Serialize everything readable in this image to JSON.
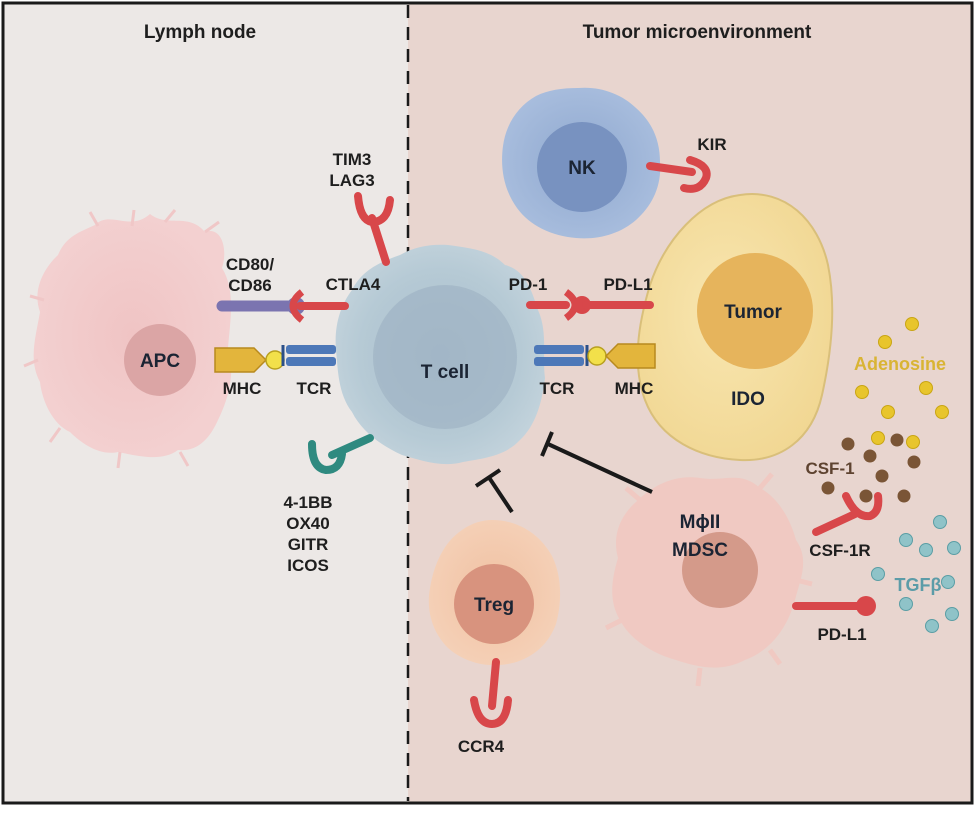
{
  "panels": {
    "left_title": "Lymph node",
    "right_title": "Tumor microenvironment"
  },
  "cells": {
    "apc": "APC",
    "tcell": "T cell",
    "nk": "NK",
    "tumor": "Tumor",
    "ido": "IDO",
    "treg": "Treg",
    "mdsc_line1": "MϕII",
    "mdsc_line2": "MDSC"
  },
  "labels": {
    "tim3": "TIM3",
    "lag3": "LAG3",
    "cd80": "CD80/",
    "cd86": "CD86",
    "ctla4": "CTLA4",
    "mhc_left": "MHC",
    "tcr_left": "TCR",
    "costim": [
      "4-1BB",
      "OX40",
      "GITR",
      "ICOS"
    ],
    "kir": "KIR",
    "pd1": "PD-1",
    "pdl1_top": "PD-L1",
    "tcr_right": "TCR",
    "mhc_right": "MHC",
    "adenosine": "Adenosine",
    "csf1": "CSF-1",
    "csf1r": "CSF-1R",
    "tgfb": "TGFβ",
    "pdl1_bottom": "PD-L1",
    "ccr4": "CCR4"
  },
  "colors": {
    "left_bg": "#ece8e6",
    "right_bg": "#e8d5cf",
    "receptor_red": "#d8474a",
    "costim_teal": "#2f8a80",
    "cd80_purple": "#7b74b0",
    "tcr_blue": "#4d78b8",
    "mhc_yellow": "#e3b53c",
    "adenosine_yellow": "#e8c52c",
    "csf1_brown": "#7a5536",
    "tgfb_teal": "#8fc3c8"
  }
}
